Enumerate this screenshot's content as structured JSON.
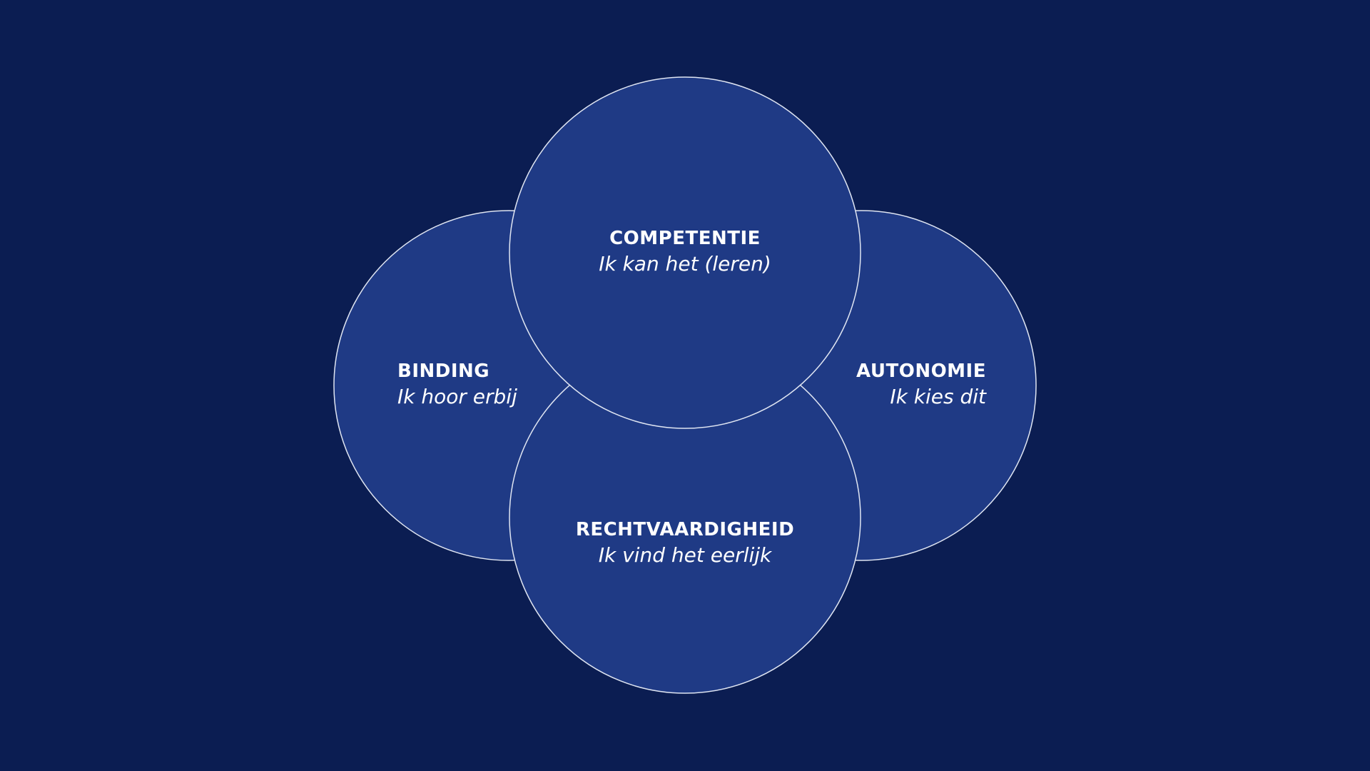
{
  "colors": {
    "background": "#0b1d52",
    "circle_fill": "#1f3a85",
    "circle_stroke": "#dfe5f2",
    "text": "#ffffff"
  },
  "circles": {
    "top": {
      "title": "COMPETENTIE",
      "subtitle": "Ik kan het (leren)"
    },
    "left": {
      "title": "BINDING",
      "subtitle": "Ik hoor erbij"
    },
    "right": {
      "title": "AUTONOMIE",
      "subtitle": "Ik kies dit"
    },
    "bottom": {
      "title": "RECHTVAARDIGHEID",
      "subtitle": "Ik vind het eerlijk"
    }
  }
}
